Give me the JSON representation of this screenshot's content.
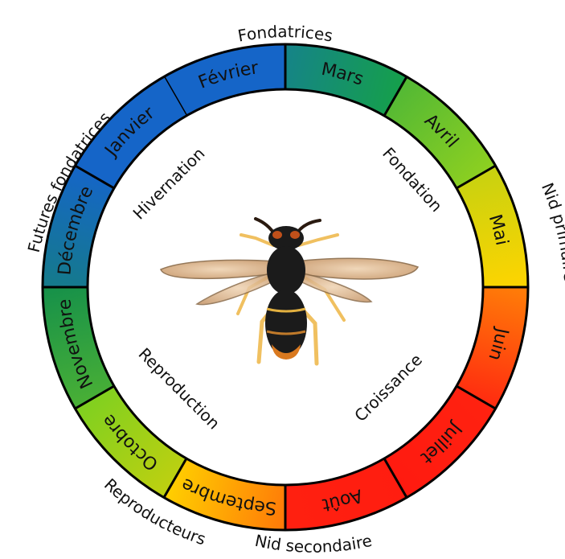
{
  "months": [
    {
      "label": "Février",
      "color": "#1565c8"
    },
    {
      "label": "Mars",
      "color": "#15a04a"
    },
    {
      "label": "Avril",
      "color": "#8ed020"
    },
    {
      "label": "Mai",
      "color": "#ffd400"
    },
    {
      "label": "Juin",
      "color": "#ff2a10"
    },
    {
      "label": "Juillet",
      "color": "#ff1a10"
    },
    {
      "label": "Août",
      "color": "#ff2010"
    },
    {
      "label": "Septembre",
      "color": "#ffd000"
    },
    {
      "label": "Octobre",
      "color": "#7ed020"
    },
    {
      "label": "Novembre",
      "color": "#15904a"
    },
    {
      "label": "Décembre",
      "color": "#1565c8"
    },
    {
      "label": "Janvier",
      "color": "#1565c8"
    }
  ],
  "outer_labels": {
    "fondatrices": "Fondatrices",
    "nid_primaire": "Nid primaire",
    "nid_secondaire": "Nid secondaire",
    "reproducteurs": "Reproducteurs",
    "futures_fondatrices": "Futures fondatrices"
  },
  "phases": {
    "hivernation": "Hivernation",
    "fondation": "Fondation",
    "croissance": "Croissance",
    "reproduction": "Reproduction"
  },
  "colors": {
    "blue": "#1565c8",
    "green": "#15a04a",
    "lime": "#8ed020",
    "yellow": "#ffd400",
    "orange": "#ff8a00",
    "red": "#ff2010"
  },
  "illustration": "hornet"
}
